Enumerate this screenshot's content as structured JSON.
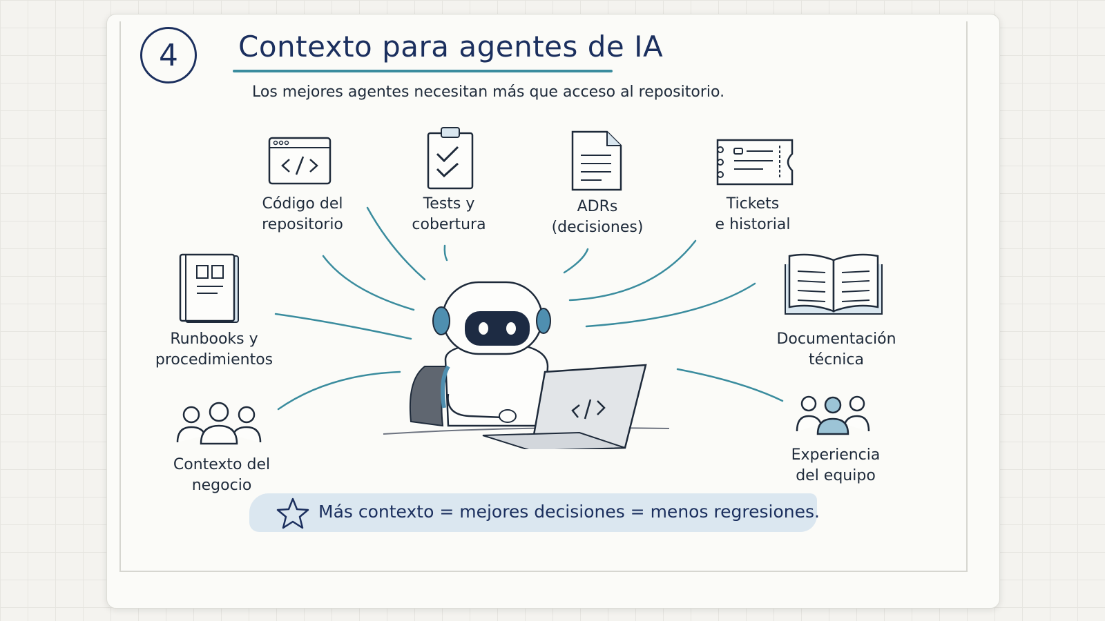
{
  "step_number": "4",
  "title": "Contexto para agentes de IA",
  "subtitle": "Los mejores agentes necesitan más que acceso al repositorio.",
  "items": [
    {
      "label": "Código del repositorio",
      "lines": [
        "Código del",
        "repositorio"
      ],
      "icon": "code-window-icon"
    },
    {
      "label": "Tests y cobertura",
      "lines": [
        "Tests y",
        "cobertura"
      ],
      "icon": "clipboard-check-icon"
    },
    {
      "label": "ADRs (decisiones)",
      "lines": [
        "ADRs",
        "(decisiones)"
      ],
      "icon": "document-icon"
    },
    {
      "label": "Tickets e historial",
      "lines": [
        "Tickets",
        "e historial"
      ],
      "icon": "ticket-icon"
    },
    {
      "label": "Runbooks y procedimientos",
      "lines": [
        "Runbooks y",
        "procedimientos"
      ],
      "icon": "book-icon"
    },
    {
      "label": "Documentación técnica",
      "lines": [
        "Documentación",
        "técnica"
      ],
      "icon": "open-book-icon"
    },
    {
      "label": "Contexto del negocio",
      "lines": [
        "Contexto del",
        "negocio"
      ],
      "icon": "group-icon"
    },
    {
      "label": "Experiencia del equipo",
      "lines": [
        "Experiencia",
        "del equipo"
      ],
      "icon": "team-icon"
    }
  ],
  "banner": {
    "text": "Más contexto = mejores decisiones = menos regresiones."
  },
  "colors": {
    "navy": "#1b2f5e",
    "teal": "#3a8c9e",
    "banner": "#d9e6ef",
    "ink": "#1e2a3a"
  }
}
